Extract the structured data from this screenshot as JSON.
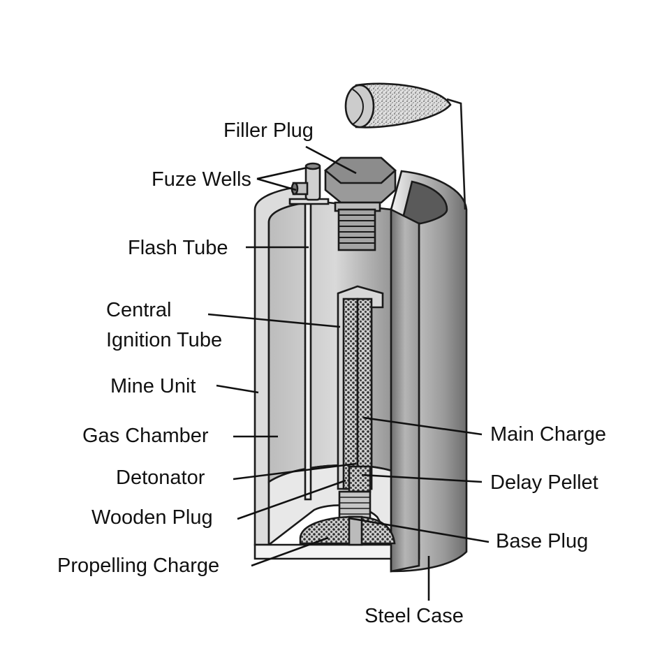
{
  "labels": {
    "filler_plug": "Filler Plug",
    "fuze_wells": "Fuze Wells",
    "flash_tube": "Flash Tube",
    "central_ignition_line1": "Central",
    "central_ignition_line2": "Ignition Tube",
    "mine_unit": "Mine Unit",
    "gas_chamber": "Gas Chamber",
    "detonator": "Detonator",
    "wooden_plug": "Wooden Plug",
    "propelling_charge": "Propelling Charge",
    "main_charge": "Main Charge",
    "delay_pellet": "Delay Pellet",
    "base_plug": "Base Plug",
    "steel_case": "Steel Case"
  },
  "colors": {
    "outline": "#1a1a1a",
    "case_light": "#e6e6e6",
    "case_dark": "#7a7a7a",
    "interior": "#a9a9a9",
    "charge_fill": "#c8c8c8",
    "charge_dots": "#333333"
  }
}
